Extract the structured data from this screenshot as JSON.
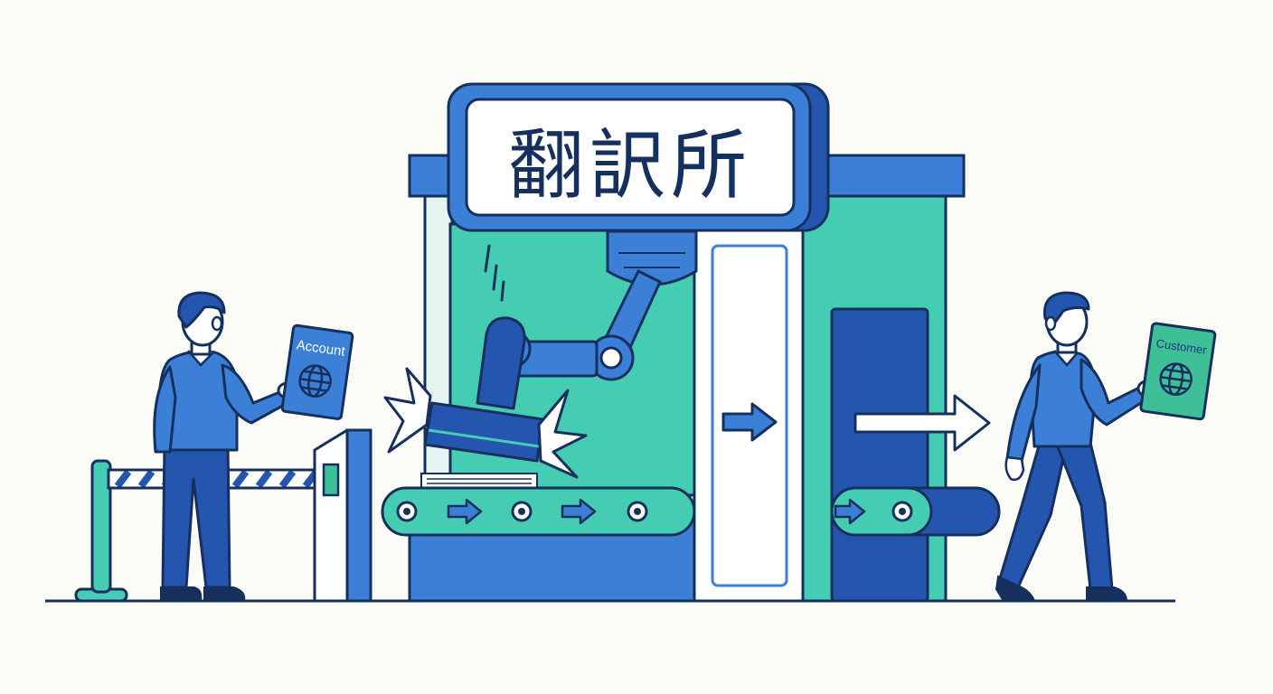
{
  "sign": {
    "text": "翻訳所"
  },
  "left_person": {
    "document_label": "Account"
  },
  "right_person": {
    "document_label": "Customer"
  },
  "colors": {
    "navy": "#16305e",
    "blue": "#3b7fd6",
    "blue_dark": "#2456b0",
    "teal": "#45cdb3",
    "green": "#3fbf98",
    "background": "#fbfbf8"
  }
}
